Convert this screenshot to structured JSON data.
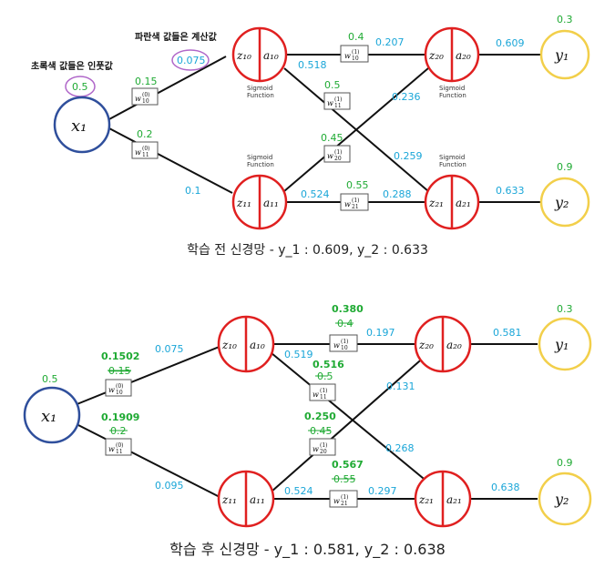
{
  "colors": {
    "input_node": "#2f4f9c",
    "hidden_node": "#e02020",
    "output_node": "#f2cf4a",
    "green_value": "#1faa33",
    "cyan_value": "#1aa6d8",
    "ellipse": "#b067c9",
    "edge": "#111111"
  },
  "top": {
    "annotation_green": "초록색 값들은 인풋값",
    "annotation_blue": "파란색 값들은 계산값",
    "input_value": "0.5",
    "caption": "학습 전 신경망 - y_1 : 0.609, y_2 : 0.633",
    "sigmoid_label_line1": "Sigmoid",
    "sigmoid_label_line2": "Function",
    "x1_to_z10": {
      "weight": "0.15",
      "weight_label": "w10(0)",
      "computed": "0.075"
    },
    "x1_to_z11": {
      "weight": "0.2",
      "weight_label": "w11(0)",
      "computed": "0.1"
    },
    "a10_to_z20": {
      "weight": "0.4",
      "weight_label": "w10(1)",
      "computed": "0.207",
      "a_value": "0.518"
    },
    "a10_to_z21": {
      "weight": "0.5",
      "weight_label": "w11(1)",
      "computed": "0.259"
    },
    "a11_to_z20": {
      "weight": "0.45",
      "weight_label": "w20(1)",
      "computed": "0.236"
    },
    "a11_to_z21": {
      "weight": "0.55",
      "weight_label": "w21(1)",
      "computed": "0.288",
      "a_value": "0.524"
    },
    "y1": {
      "target": "0.3",
      "output": "0.609"
    },
    "y2": {
      "target": "0.9",
      "output": "0.633"
    }
  },
  "bottom": {
    "input_value": "0.5",
    "caption": "학습 후 신경망 - y_1 : 0.581, y_2 : 0.638",
    "x1_to_z10": {
      "new_weight": "0.1502",
      "old_weight": "0.15",
      "computed": "0.075"
    },
    "x1_to_z11": {
      "new_weight": "0.1909",
      "old_weight": "0.2",
      "computed": "0.095"
    },
    "a10_to_z20": {
      "new_weight": "0.380",
      "old_weight": "0.4",
      "computed": "0.197"
    },
    "a10_to_z21": {
      "new_weight": "0.516",
      "old_weight": "0.5",
      "computed": "0.268",
      "a_value": "0.519"
    },
    "a11_to_z20": {
      "new_weight": "0.250",
      "old_weight": "0.45",
      "computed": "0.131"
    },
    "a11_to_z21": {
      "new_weight": "0.567",
      "old_weight": "0.55",
      "computed": "0.297",
      "a_value": "0.524"
    },
    "y1": {
      "target": "0.3",
      "output": "0.581"
    },
    "y2": {
      "target": "0.9",
      "output": "0.638"
    }
  },
  "node_labels": {
    "x1": "x₁",
    "z10": "z₁₀",
    "a10": "a₁₀",
    "z11": "z₁₁",
    "a11": "a₁₁",
    "z20": "z₂₀",
    "a20": "a₂₀",
    "z21": "z₂₁",
    "a21": "a₂₁",
    "y1": "y₁",
    "y2": "y₂"
  }
}
